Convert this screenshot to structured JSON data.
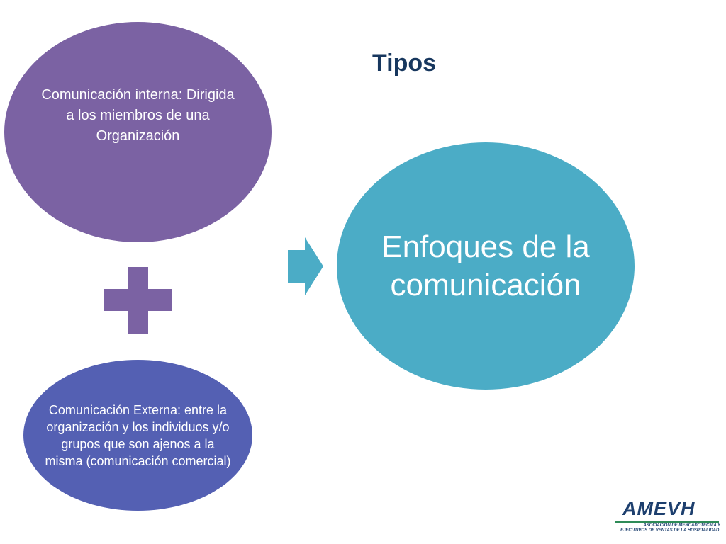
{
  "title": "Tipos",
  "nodes": {
    "internal": "Comunicación interna: Dirigida a los miembros de una Organización",
    "external": "Comunicación Externa: entre la organización y los individuos y/o grupos que son ajenos a la misma (comunicación comercial)",
    "focus": "Enfoques de la comunicación"
  },
  "colors": {
    "internal": "#7b62a3",
    "external": "#5460b3",
    "focus": "#4bacc6",
    "plus": "#7b62a3",
    "arrow": "#4bacc6",
    "title": "#17375e"
  },
  "icons": {
    "plus": "plus-icon",
    "arrow": "arrow-right-icon"
  },
  "logo": {
    "name": "AMEVH",
    "line1": "ASOCIACION DE MERCADOTECNIA Y",
    "line2": "EJECUTIVOS DE VENTAS DE LA HOSPITALIDAD."
  }
}
